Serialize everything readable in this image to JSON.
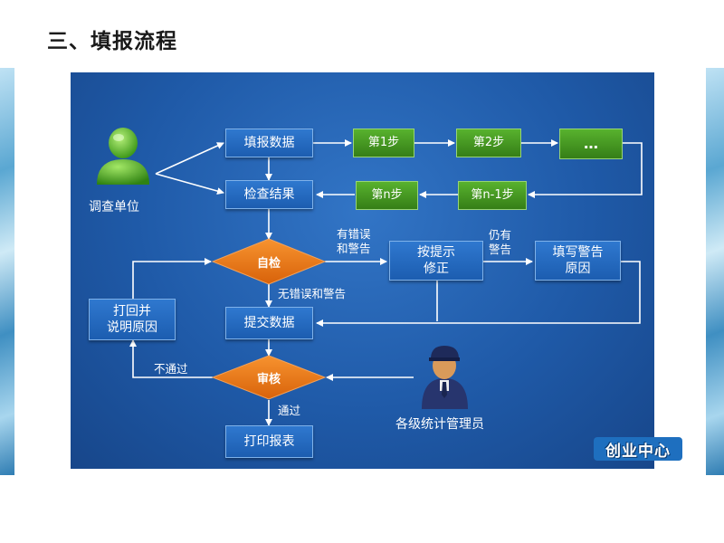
{
  "slide": {
    "title": "三、填报流程"
  },
  "flowchart": {
    "actors": {
      "reporter": "调查单位",
      "admin": "各级统计管理员"
    },
    "boxes": {
      "fill_data": "填报数据",
      "check_result": "检查结果",
      "submit_data": "提交数据",
      "print_report": "打印报表",
      "return_explain": "打回并\n说明原因",
      "fix_by_hint": "按提示\n修正",
      "fill_warning_reason": "填写警告\n原因"
    },
    "steps": {
      "step_1": "第1步",
      "step_2": "第2步",
      "step_ellipsis": "…",
      "step_n": "第n步",
      "step_n_minus_1": "第n-1步"
    },
    "decisions": {
      "self_check": "自检",
      "review": "审核"
    },
    "edge_labels": {
      "has_errors": "有错误\n和警告",
      "still_warning": "仍有\n警告",
      "no_errors": "无错误和警告",
      "not_passed": "不通过",
      "passed": "通过"
    }
  },
  "logo_text": "创业中心",
  "colors": {
    "panel": "#1f5aa8",
    "box_blue": "#2a6cc4",
    "step_green": "#46a123",
    "decision_orange": "#e8700f"
  }
}
